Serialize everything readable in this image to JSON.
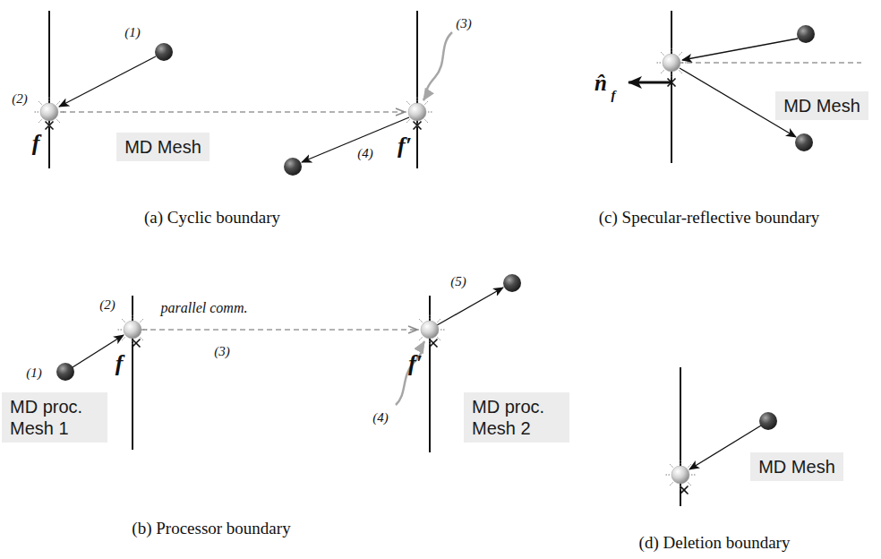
{
  "diagram": {
    "nodes": [
      {
        "text": [
          "MD Mesh"
        ]
      },
      {
        "text": [
          "MD Mesh"
        ]
      },
      {
        "text": [
          "MD proc. Mesh 1"
        ]
      },
      {
        "text": [
          "MD proc. Mesh 2"
        ]
      },
      {
        "text": [
          "MD Mesh"
        ]
      }
    ],
    "labels": [
      "(1)",
      "(2)",
      "f",
      "(3)",
      "f′",
      "(4)",
      "(a) Cyclic boundary",
      "n̂",
      "f",
      "(c) Specular-reflective boundary",
      "(1)",
      "(2)",
      "f",
      "parallel comm.",
      "(3)",
      "f′",
      "(4)",
      "(5)",
      "(b) Processor boundary",
      "(d) Deletion boundary"
    ]
  }
}
